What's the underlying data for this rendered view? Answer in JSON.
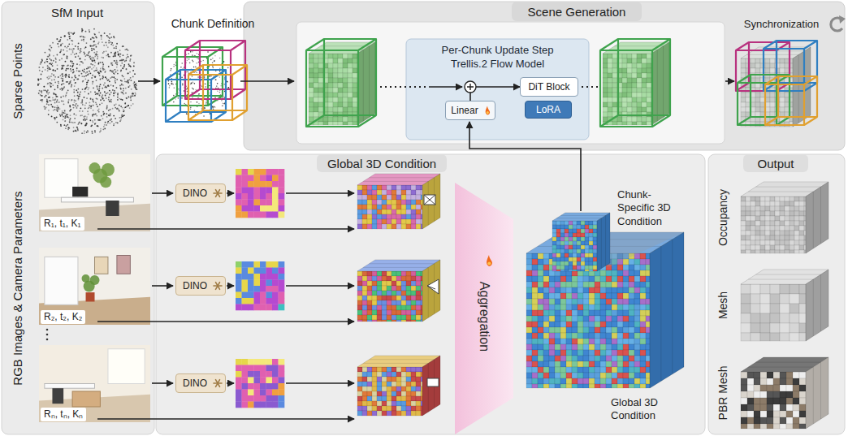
{
  "diagram": {
    "nodes": [
      {
        "text": [
          "SfM Input"
        ]
      },
      {
        "text": [
          "Scene Generation"
        ]
      },
      {
        "text": [
          "Per-Chunk Update Step",
          "Trellis.2 Flow Model"
        ],
        "in": 1
      },
      {
        "text": [
          "Linear"
        ],
        "in": 2
      },
      {
        "text": [
          "DiT Block"
        ],
        "in": 2
      },
      {
        "text": [
          "LoRA"
        ],
        "in": 2
      },
      {
        "text": [
          "Global 3D Condition"
        ]
      },
      {
        "text": [
          "DINO"
        ],
        "in": 6
      },
      {
        "text": [
          "DINO"
        ],
        "in": 6
      },
      {
        "text": [
          "DINO"
        ],
        "in": 6
      },
      {
        "text": [
          "Aggregation"
        ],
        "in": 6
      },
      {
        "text": [
          "Output"
        ]
      }
    ],
    "edges": [
      {
        "from": 3,
        "to": 4,
        "arrow": "to"
      }
    ],
    "labels": [
      "Sparse Points",
      "RGB Images & Camera Parameters",
      "R₁, t₁, K₁",
      "R₂, t₂, K₂",
      "Rₙ, tₙ, Kₙ",
      "Chunk Definition",
      "Synchronization",
      "Chunk-Specific 3D Condition",
      "Global 3D Condition",
      "Occupancy",
      "Mesh",
      "PBR Mesh"
    ]
  }
}
